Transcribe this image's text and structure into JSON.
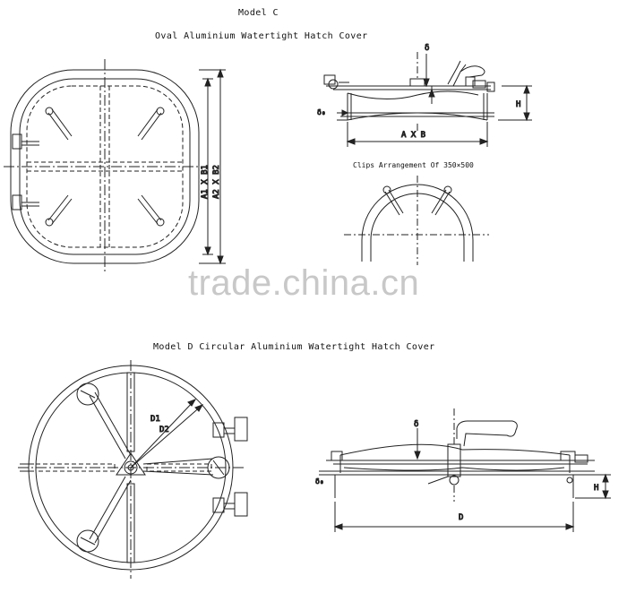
{
  "model_c": {
    "label": "Model C",
    "title": "Oval Aluminium Watertight Hatch Cover",
    "dim_a1b1": "A1 X B1",
    "dim_a2b2": "A2 X B2",
    "dim_axb": "A X B",
    "dim_h": "H",
    "dim_delta": "δ",
    "dim_delta0": "δ₀"
  },
  "clips": {
    "title": "Clips Arrangement Of 350×500"
  },
  "watermark": "trade.china.cn",
  "model_d": {
    "title": "Model D Circular Aluminium Watertight Hatch Cover",
    "dim_d1": "D1",
    "dim_d2": "D2",
    "dim_d": "D",
    "dim_h": "H",
    "dim_delta": "δ",
    "dim_delta0": "δ₀"
  }
}
